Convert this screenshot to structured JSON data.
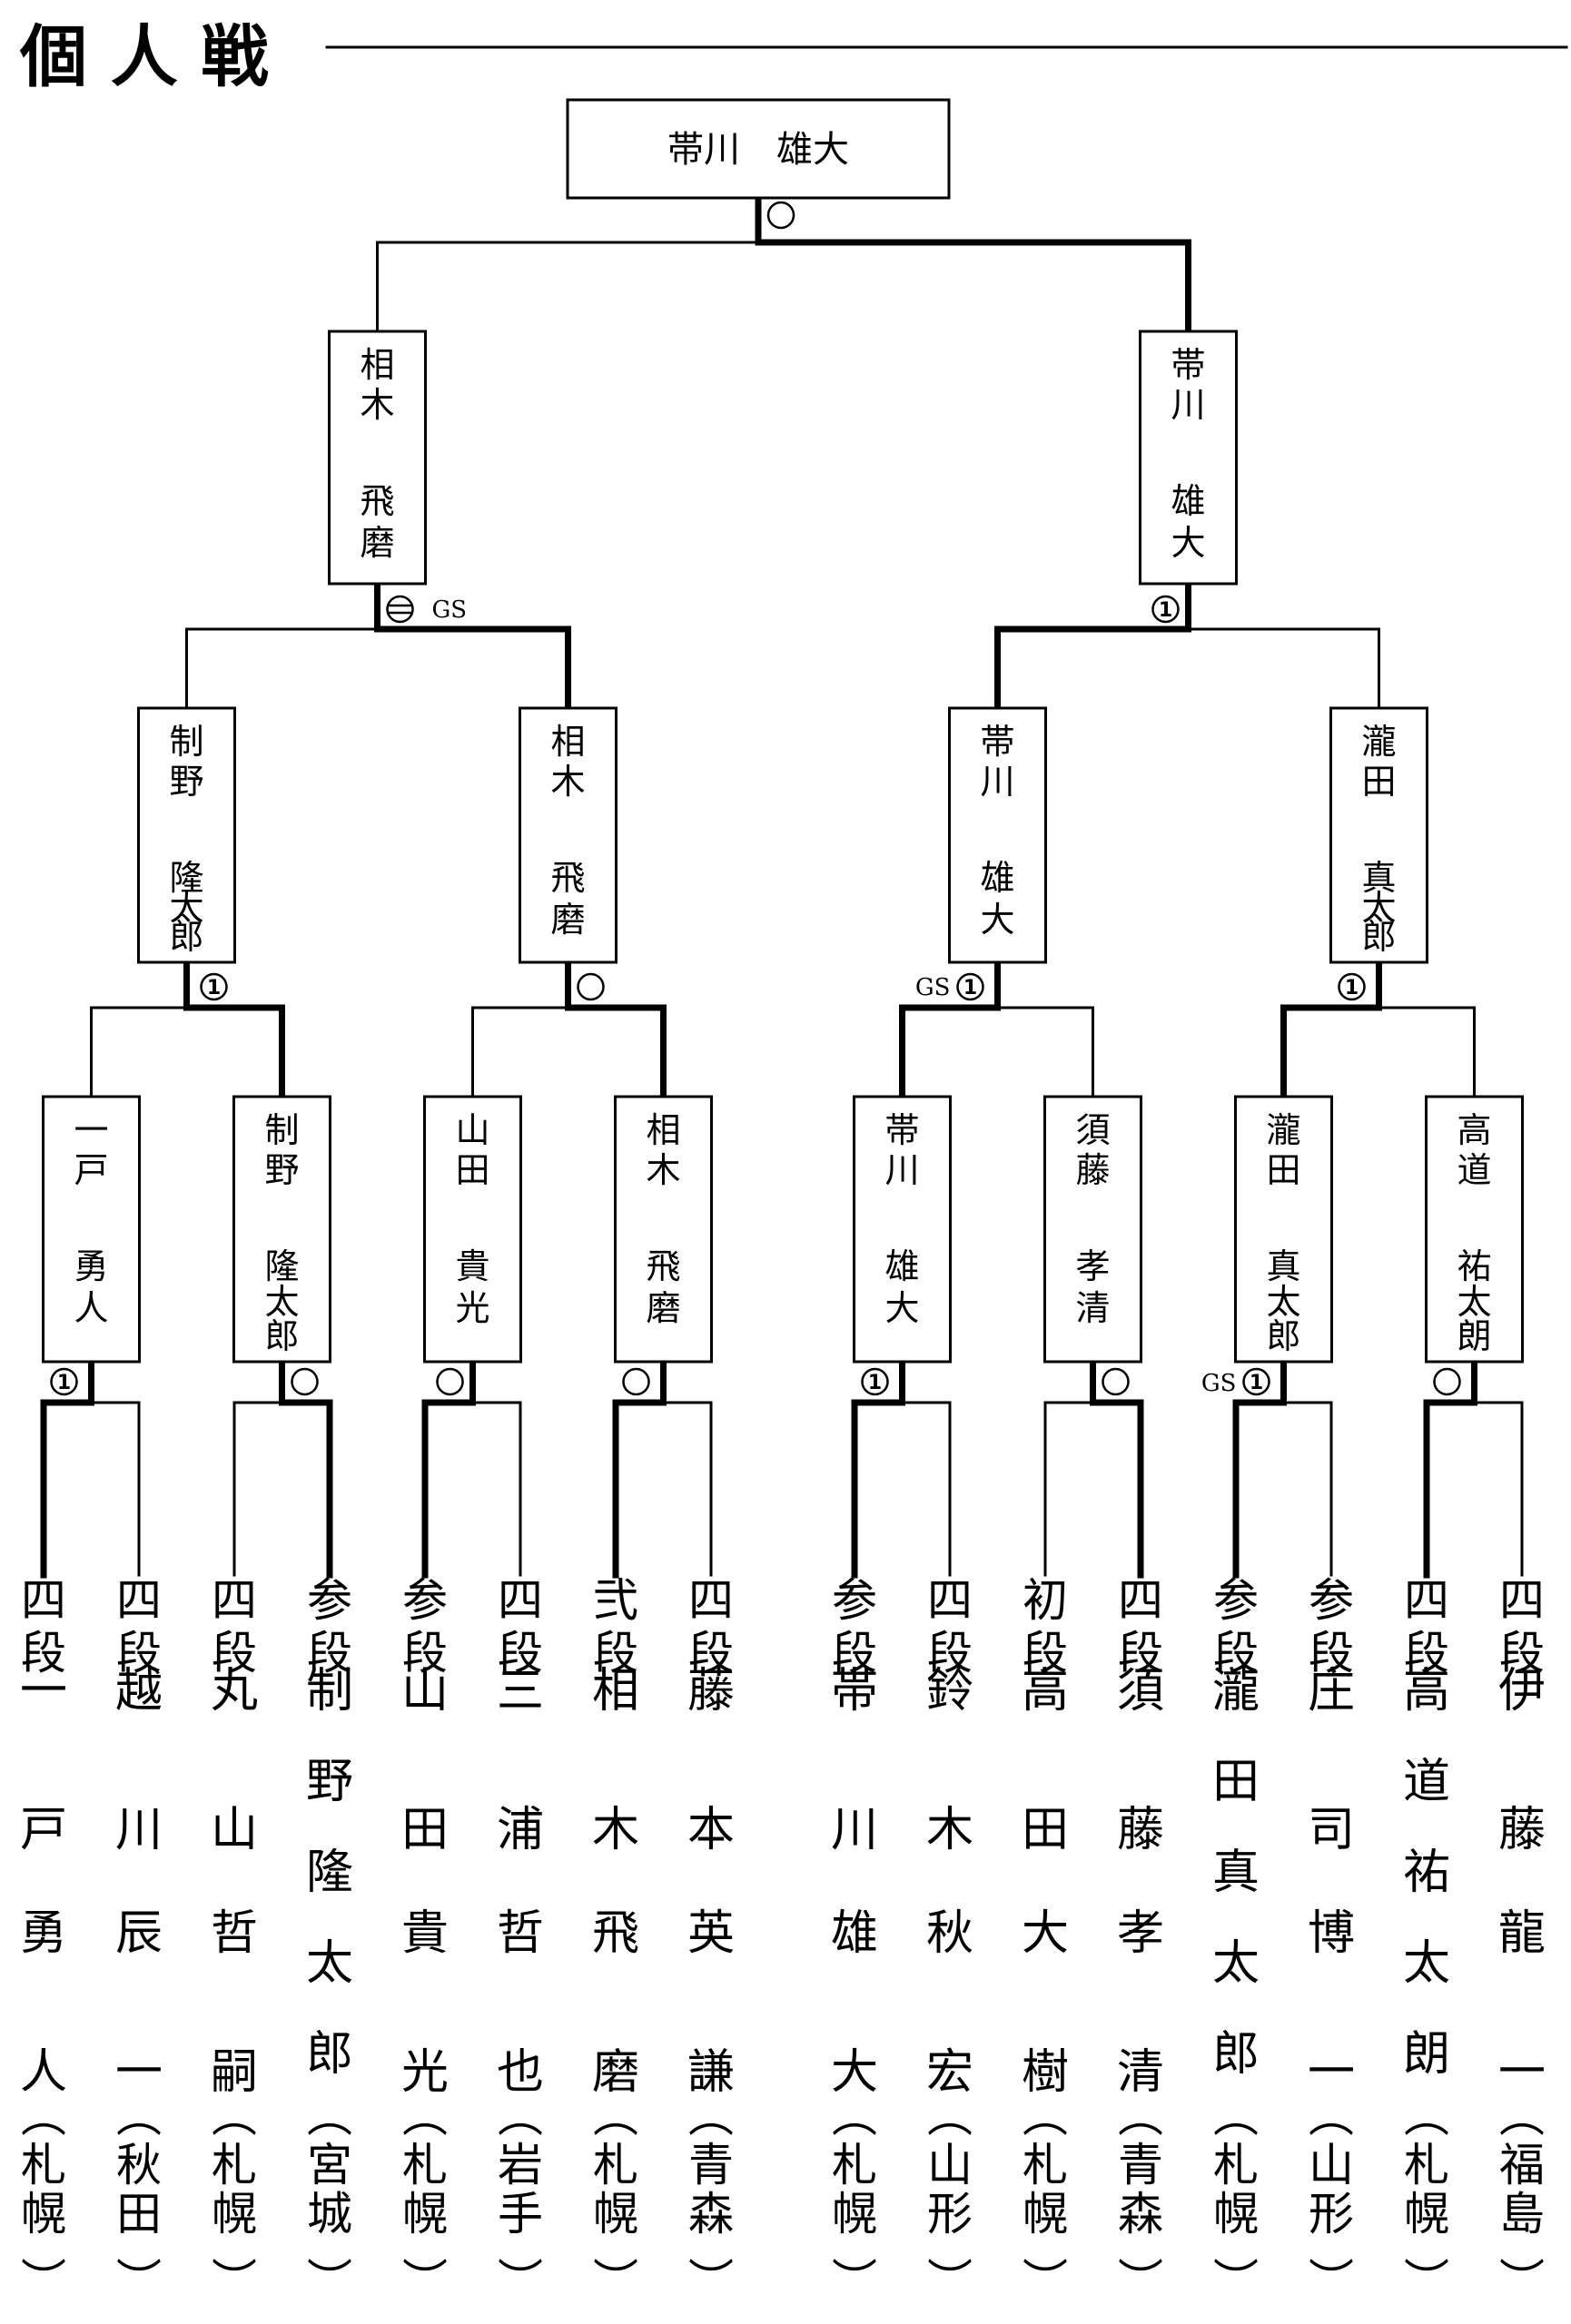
{
  "title": "個 人 戦",
  "champion": {
    "name": "帯川 雄大",
    "mark": "circle"
  },
  "semifinal": [
    {
      "name": "相木 飛磨",
      "mark": "bar",
      "gs": "GS"
    },
    {
      "name": "帯川 雄大",
      "mark": "1"
    }
  ],
  "quarterfinal": [
    {
      "name": "制野 隆太郎",
      "mark": "1"
    },
    {
      "name": "相木 飛磨",
      "mark": "circle"
    },
    {
      "name": "帯川 雄大",
      "mark": "1",
      "gs": "GS"
    },
    {
      "name": "瀧田 真太郎",
      "mark": "1"
    }
  ],
  "round16": [
    {
      "name": "一戸 勇人",
      "mark": "1"
    },
    {
      "name": "制野 隆太郎",
      "mark": "circle"
    },
    {
      "name": "山田 貴光",
      "mark": "circle"
    },
    {
      "name": "相木 飛磨",
      "mark": "circle"
    },
    {
      "name": "帯川 雄大",
      "mark": "1"
    },
    {
      "name": "須藤 孝清",
      "mark": "circle"
    },
    {
      "name": "瀧田 真太郎",
      "mark": "1",
      "gs": "GS"
    },
    {
      "name": "高道 祐太朗",
      "mark": "circle"
    }
  ],
  "players": [
    {
      "rank": "四段",
      "family": "一戸",
      "given": "勇人",
      "region": "札幌"
    },
    {
      "rank": "四段",
      "family": "越川",
      "given": "辰一",
      "region": "秋田"
    },
    {
      "rank": "四段",
      "family": "丸山",
      "given": "哲嗣",
      "region": "札幌"
    },
    {
      "rank": "参段",
      "family": "制野",
      "given": "隆太郎",
      "region": "宮城"
    },
    {
      "rank": "参段",
      "family": "山田",
      "given": "貴光",
      "region": "札幌"
    },
    {
      "rank": "四段",
      "family": "三浦",
      "given": "哲也",
      "region": "岩手"
    },
    {
      "rank": "弐段",
      "family": "相木",
      "given": "飛磨",
      "region": "札幌"
    },
    {
      "rank": "四段",
      "family": "藤本",
      "given": "英謙",
      "region": "青森"
    },
    {
      "rank": "参段",
      "family": "帯川",
      "given": "雄大",
      "region": "札幌"
    },
    {
      "rank": "四段",
      "family": "鈴木",
      "given": "秋宏",
      "region": "山形"
    },
    {
      "rank": "初段",
      "family": "高田",
      "given": "大樹",
      "region": "札幌"
    },
    {
      "rank": "四段",
      "family": "須藤",
      "given": "孝清",
      "region": "青森"
    },
    {
      "rank": "参段",
      "family": "瀧田",
      "given": "真太郎",
      "region": "札幌"
    },
    {
      "rank": "参段",
      "family": "庄司",
      "given": "博一",
      "region": "山形"
    },
    {
      "rank": "四段",
      "family": "高道",
      "given": "祐太朗",
      "region": "札幌"
    },
    {
      "rank": "四段",
      "family": "伊藤",
      "given": "龍一",
      "region": "福島"
    }
  ],
  "first_round_winners": [
    0,
    3,
    4,
    6,
    8,
    11,
    12,
    14
  ]
}
